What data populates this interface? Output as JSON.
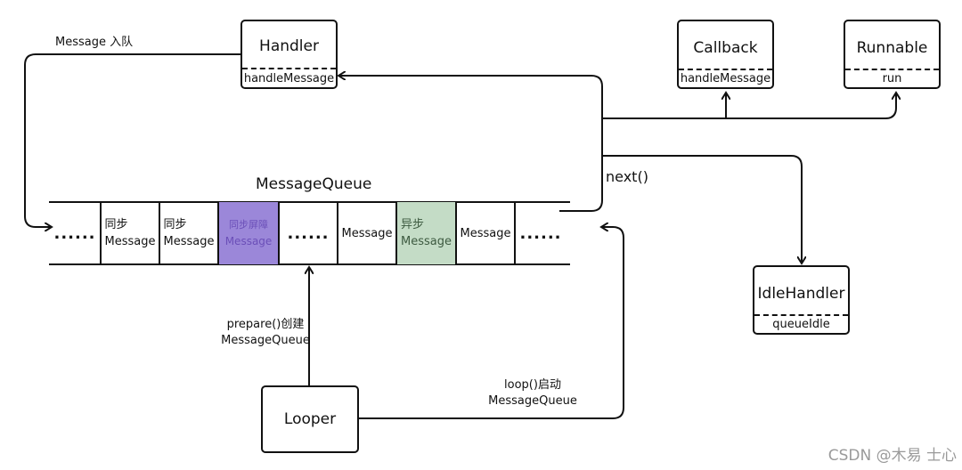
{
  "boxes": {
    "handler": {
      "title": "Handler",
      "method": "handleMessage"
    },
    "callback": {
      "title": "Callback",
      "method": "handleMessage"
    },
    "runnable": {
      "title": "Runnable",
      "method": "run"
    },
    "idle_handler": {
      "title": "IdleHandler",
      "method": "queueIdle"
    },
    "looper": {
      "title": "Looper"
    }
  },
  "queue": {
    "title": "MessageQueue",
    "cells": [
      {
        "kind": "dots",
        "text": "......"
      },
      {
        "kind": "message",
        "line1": "同步",
        "line2": "Message"
      },
      {
        "kind": "message",
        "line1": "同步",
        "line2": "Message"
      },
      {
        "kind": "barrier",
        "line1": "同步屏障",
        "line2": "Message"
      },
      {
        "kind": "dots",
        "text": "......"
      },
      {
        "kind": "message",
        "text": "Message"
      },
      {
        "kind": "async",
        "line1": "异步",
        "line2": "Message"
      },
      {
        "kind": "message",
        "text": "Message"
      },
      {
        "kind": "dots",
        "text": "......"
      }
    ]
  },
  "labels": {
    "enqueue": "Message 入队",
    "next": "next()",
    "prepare_line1": "prepare()创建",
    "prepare_line2": "MessageQueue",
    "loop_line1": "loop()启动",
    "loop_line2": "MessageQueue"
  },
  "colors": {
    "barrier": "#9b87d9",
    "async": "#c4dcc6"
  },
  "watermark": "CSDN @木易 士心"
}
